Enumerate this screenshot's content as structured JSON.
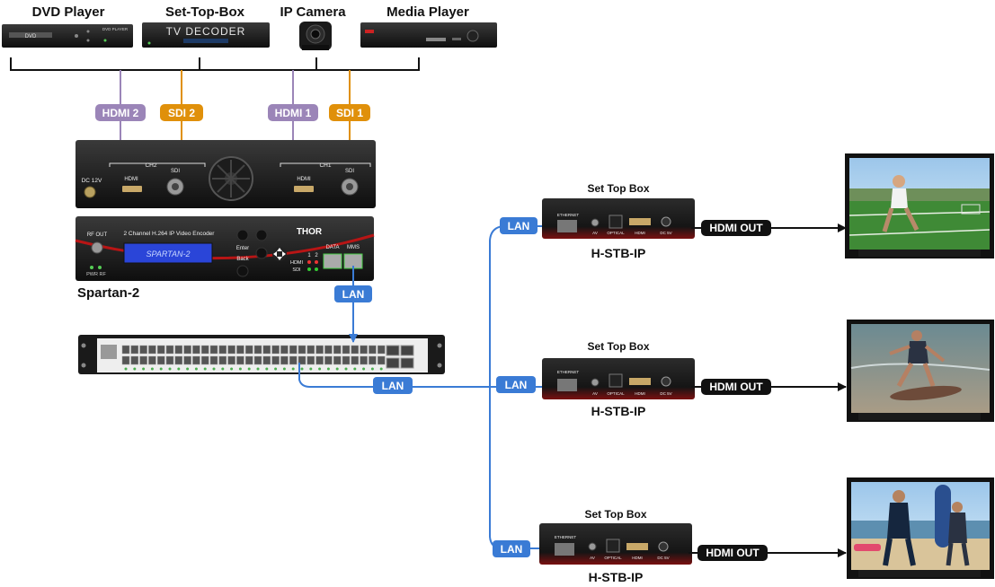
{
  "sources": {
    "dvd": {
      "title": "DVD Player",
      "face_label": "DVD PLAYER",
      "logo": "DVD"
    },
    "stb": {
      "title": "Set-Top-Box",
      "display_text": "TV DECODER"
    },
    "camera": {
      "title": "IP Camera"
    },
    "media": {
      "title": "Media Player"
    }
  },
  "inputs": [
    {
      "label": "HDMI 2",
      "color": "#9b85b8"
    },
    {
      "label": "SDI 2",
      "color": "#e0900a"
    },
    {
      "label": "HDMI 1",
      "color": "#9b85b8"
    },
    {
      "label": "SDI 1",
      "color": "#e0900a"
    }
  ],
  "encoder": {
    "name": "Spartan-2",
    "back_panel": {
      "dc": "DC 12V",
      "ch2": "CH2",
      "ch1": "CH1",
      "hdmi": "HDMI",
      "sdi": "SDI"
    },
    "front_panel": {
      "rf_out": "RF OUT",
      "model": "2 Channel H.264 IP Video Encoder",
      "lcd": "SPARTAN-2",
      "enter": "Enter",
      "back": "Back",
      "data": "DATA",
      "mms": "MMS",
      "hdmi": "HDMI",
      "sdi": "SDI",
      "port_1": "1",
      "port_2": "2",
      "pwr_rf": "PWR RF",
      "brand": "THOR"
    }
  },
  "links": {
    "lan_label": "LAN",
    "hdmi_out_label": "HDMI OUT",
    "lan_color": "#3a7bd5"
  },
  "receivers": [
    {
      "title": "Set Top Box",
      "model": "H-STB-IP",
      "ports": [
        "ETHERNET",
        "AV",
        "OPTICAL",
        "HDMI",
        "DC 5V"
      ],
      "scene": "soccer"
    },
    {
      "title": "Set Top Box",
      "model": "H-STB-IP",
      "ports": [
        "ETHERNET",
        "AV",
        "OPTICAL",
        "HDMI",
        "DC 5V"
      ],
      "scene": "skimboard"
    },
    {
      "title": "Set Top Box",
      "model": "H-STB-IP",
      "ports": [
        "ETHERNET",
        "AV",
        "OPTICAL",
        "HDMI",
        "DC 5V"
      ],
      "scene": "beach"
    }
  ]
}
